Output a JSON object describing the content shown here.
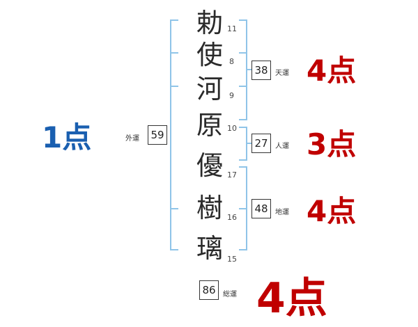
{
  "name": {
    "chars": [
      {
        "char": "勅",
        "strokes": "11"
      },
      {
        "char": "使",
        "strokes": "8"
      },
      {
        "char": "河",
        "strokes": "9"
      },
      {
        "char": "原",
        "strokes": "10"
      },
      {
        "char": "優",
        "strokes": "17"
      },
      {
        "char": "樹",
        "strokes": "16"
      },
      {
        "char": "璃",
        "strokes": "15"
      }
    ]
  },
  "fortunes": {
    "ten": {
      "label": "天運",
      "value": "38",
      "score": "4点"
    },
    "jin": {
      "label": "人運",
      "value": "27",
      "score": "3点"
    },
    "chi": {
      "label": "地運",
      "value": "48",
      "score": "4点"
    },
    "gai": {
      "label": "外運",
      "value": "59",
      "score": "1点"
    },
    "sou": {
      "label": "総運",
      "value": "86",
      "score": "4点"
    }
  },
  "colors": {
    "bad": "#1a5fb0",
    "good": "#c00000",
    "bracket": "#8fc4e8"
  }
}
